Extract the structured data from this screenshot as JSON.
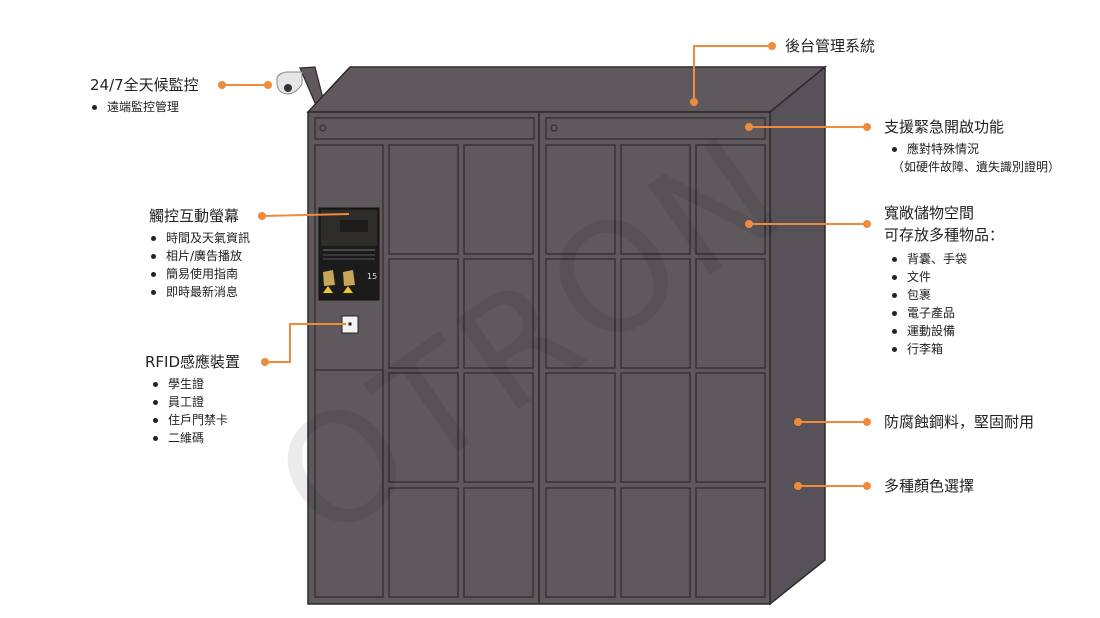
{
  "watermark": "OTRON",
  "callouts": {
    "monitoring": {
      "title": "24/7全天候監控",
      "items": [
        "遠端監控管理"
      ]
    },
    "backend": {
      "title": "後台管理系統"
    },
    "emergency": {
      "title": "支援緊急開啟功能",
      "items": [
        "應對特殊情況"
      ],
      "note": "（如硬件故障、遺失識別證明）"
    },
    "storage": {
      "title_line1": "寬敞儲物空間",
      "title_line2": "可存放多種物品：",
      "items": [
        "背囊、手袋",
        "文件",
        "包裹",
        "電子產品",
        "運動設備",
        "行李箱"
      ]
    },
    "touchscreen": {
      "title": "觸控互動螢幕",
      "items": [
        "時間及天氣資訊",
        "相片/廣告播放",
        "簡易使用指南",
        "即時最新消息"
      ]
    },
    "rfid": {
      "title": "RFID感應裝置",
      "items": [
        "學生證",
        "員工證",
        "住戶門禁卡",
        "二維碼"
      ]
    },
    "material": {
      "title": "防腐蝕鋼料，堅固耐用"
    },
    "colors": {
      "title": "多種顏色選擇"
    }
  },
  "screen": {
    "number": "15"
  },
  "colors": {
    "locker_body": "#5f595d",
    "locker_side": "#57525a",
    "outline": "#2e2a2d",
    "callout_line": "#f08a3c"
  }
}
